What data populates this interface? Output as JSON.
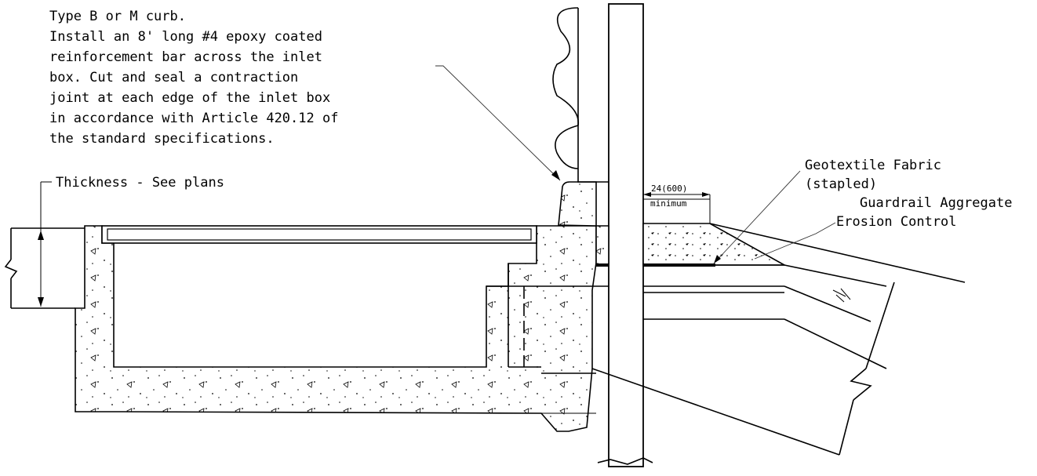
{
  "notes": {
    "curb_note": [
      "Type B or M curb.",
      "Install an 8' long #4 epoxy coated",
      "reinforcement bar across the inlet",
      "box. Cut and seal a contraction",
      "joint at each edge of the inlet box",
      "in accordance with Article 420.12 of",
      "the standard specifications."
    ],
    "thickness": "Thickness - See plans",
    "geotextile": [
      "Geotextile Fabric",
      "(stapled)"
    ],
    "aggregate": [
      "Guardrail Aggregate",
      "Erosion Control"
    ],
    "dim_value": "24(600)",
    "dim_label": "minimum"
  }
}
